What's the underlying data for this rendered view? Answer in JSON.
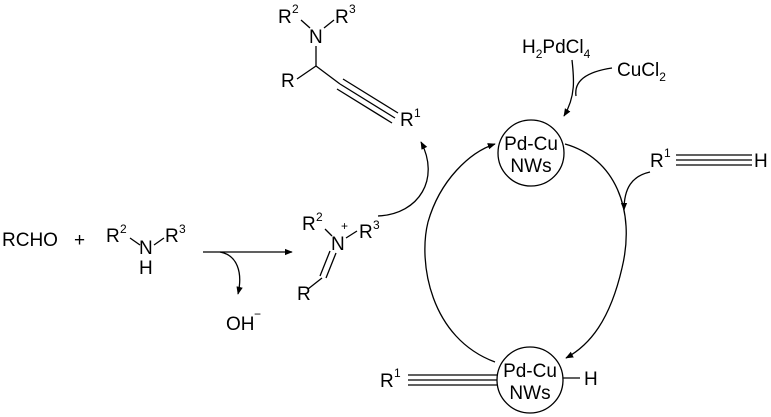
{
  "scheme": {
    "reactants": {
      "aldehyde": "RCHO",
      "plus": "+",
      "amine_r2": "R",
      "amine_r2_sup": "2",
      "amine_n": "N",
      "amine_r3": "R",
      "amine_r3_sup": "3",
      "amine_h": "H"
    },
    "byproduct": {
      "text": "OH",
      "charge": "−"
    },
    "iminium": {
      "r2": "R",
      "r2_sup": "2",
      "n": "N",
      "charge": "+",
      "r3": "R",
      "r3_sup": "3",
      "r": "R"
    },
    "product": {
      "r2": "R",
      "r2_sup": "2",
      "n": "N",
      "r3": "R",
      "r3_sup": "3",
      "r": "R",
      "r1": "R",
      "r1_sup": "1"
    },
    "precursors": {
      "pd_salt_h": "H",
      "pd_salt_h_sub": "2",
      "pd_salt_body": "PdCl",
      "pd_salt_cl_sub": "4",
      "cu_salt_body": "CuCl",
      "cu_salt_sub": "2"
    },
    "catalyst_top": {
      "line1": "Pd-Cu",
      "line2": "NWs"
    },
    "catalyst_bottom": {
      "line1": "Pd-Cu",
      "line2": "NWs",
      "h": "H"
    },
    "alkyne": {
      "r1": "R",
      "r1_sup": "1",
      "h": "H"
    },
    "acetylide": {
      "r1": "R",
      "r1_sup": "1"
    }
  }
}
